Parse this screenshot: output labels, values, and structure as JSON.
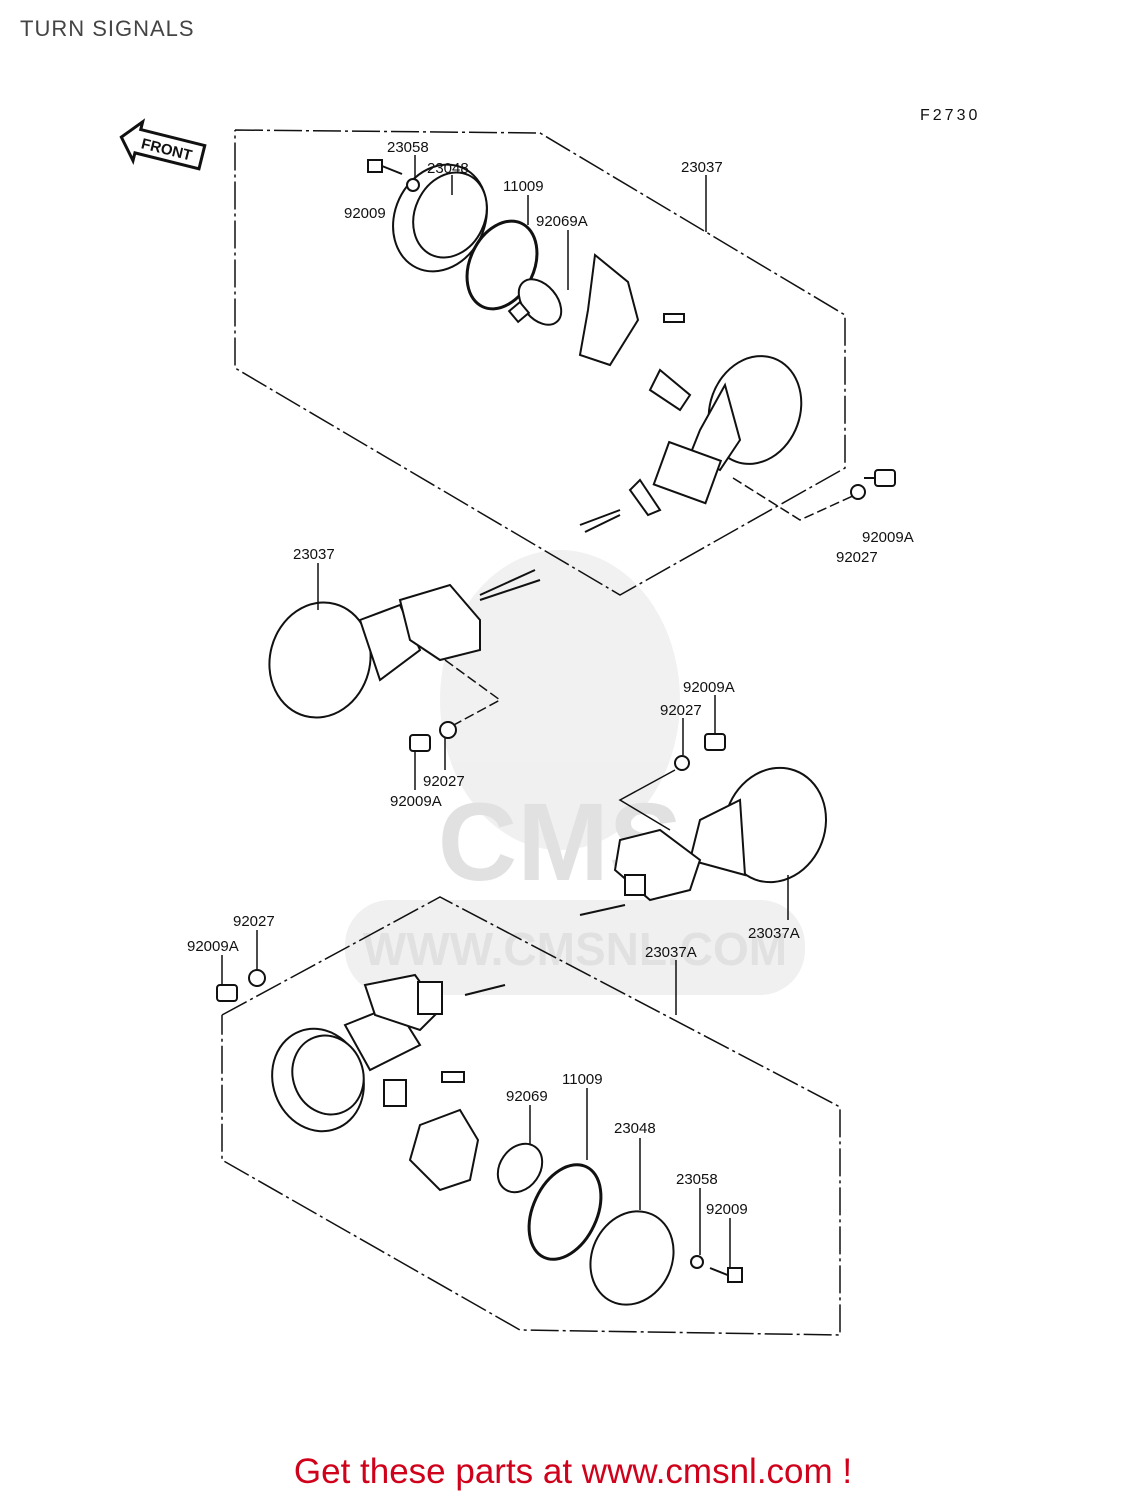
{
  "header": {
    "title": "TURN SIGNALS"
  },
  "diagram": {
    "code": "F2730",
    "front_label": "FRONT",
    "watermark_text": "WWW.CMSNL.COM",
    "watermark_logo": "CMS",
    "labels": [
      "23058",
      "23048",
      "92009",
      "11009",
      "92069A",
      "23037",
      "92009A",
      "92027",
      "23037",
      "92009A",
      "92027",
      "92027",
      "92009A",
      "23037A",
      "92027",
      "92009A",
      "23037A",
      "11009",
      "92069",
      "23048",
      "23058",
      "92009"
    ]
  },
  "footer": {
    "text": "Get these parts at www.cmsnl.com !"
  }
}
